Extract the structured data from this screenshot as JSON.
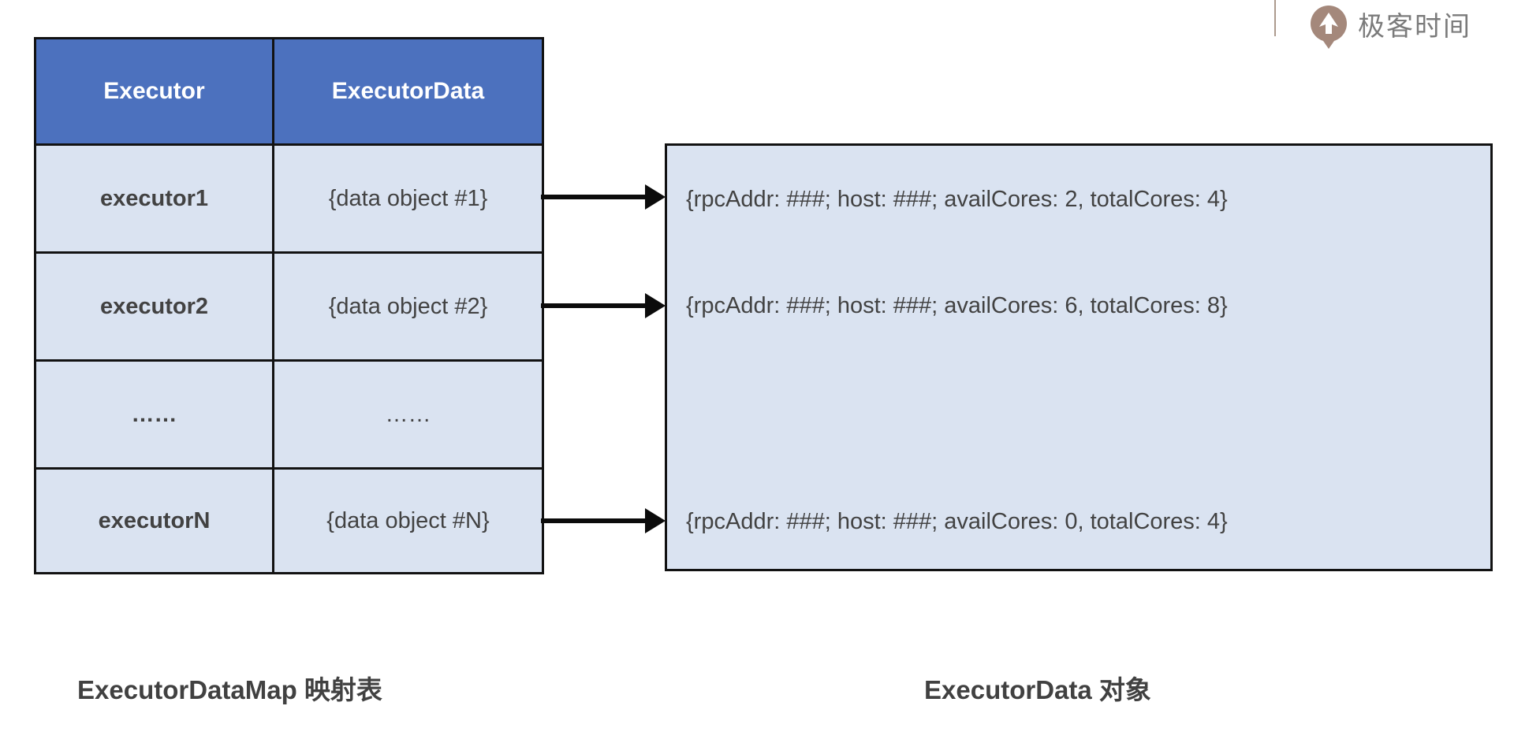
{
  "brand": {
    "name": "极客时间",
    "icon": "geektime-icon",
    "accent_color": "#A4887B",
    "text_color": "#7B7B7B"
  },
  "map_table": {
    "caption": "ExecutorDataMap 映射表",
    "columns": {
      "key": "Executor",
      "value": "ExecutorData"
    },
    "rows": [
      {
        "key": "executor1",
        "value": "{data object #1}"
      },
      {
        "key": "executor2",
        "value": "{data object #2}"
      },
      {
        "key": "……",
        "value": "……"
      },
      {
        "key": "executorN",
        "value": "{data object #N}"
      }
    ]
  },
  "object_box": {
    "caption": "ExecutorData 对象",
    "entries": [
      "{rpcAddr: ###; host: ###; availCores: 2, totalCores: 4}",
      "{rpcAddr: ###; host: ###; availCores: 6, totalCores: 8}",
      "{rpcAddr: ###; host: ###; availCores: 0, totalCores: 4}"
    ]
  },
  "colors": {
    "table_header_bg": "#4C71BE",
    "table_header_text": "#FFFFFF",
    "cell_bg": "#DAE3F1",
    "border": "#121212",
    "body_text": "#424242",
    "arrow": "#0B0B0B"
  }
}
